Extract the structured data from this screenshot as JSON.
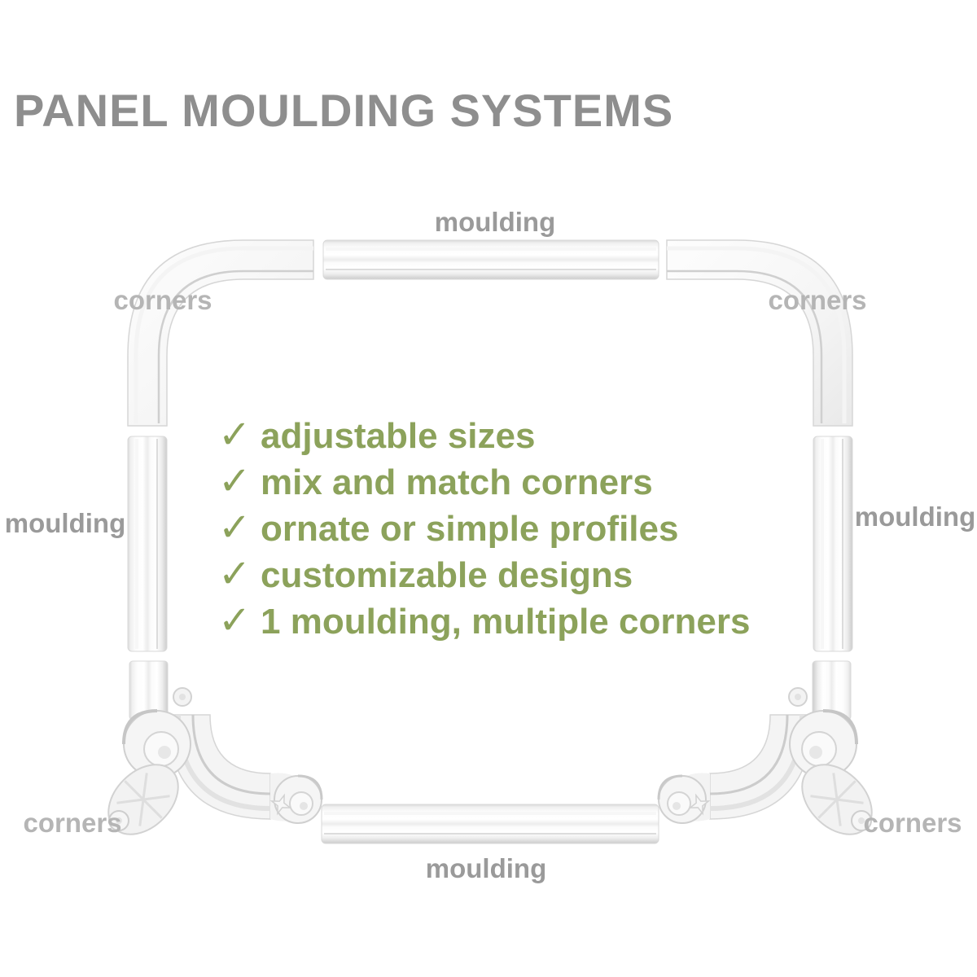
{
  "page": {
    "title": "PANEL MOULDING SYSTEMS"
  },
  "frame_labels": {
    "moulding_top": "moulding",
    "corners_top_left": "corners",
    "corners_top_right": "corners",
    "moulding_left": "moulding",
    "moulding_right": "moulding",
    "corners_bottom_left": "corners",
    "corners_bottom_right": "corners",
    "moulding_bottom": "moulding"
  },
  "features": [
    {
      "icon": "✓",
      "text": "adjustable sizes"
    },
    {
      "icon": "✓",
      "text": "mix and match corners"
    },
    {
      "icon": "✓",
      "text": "ornate or simple profiles"
    },
    {
      "icon": "✓",
      "text": "customizable designs"
    },
    {
      "icon": "✓",
      "text": "1 moulding, multiple corners"
    }
  ],
  "colors": {
    "title_gray": "#8e8e8e",
    "moulding_label_gray": "#9a9a9a",
    "corners_label_gray": "#b5b5b5",
    "feature_green": "#8ca25b",
    "moulding_white": "#f5f5f5",
    "moulding_shade": "#d6d6d6",
    "background": "#ffffff"
  }
}
